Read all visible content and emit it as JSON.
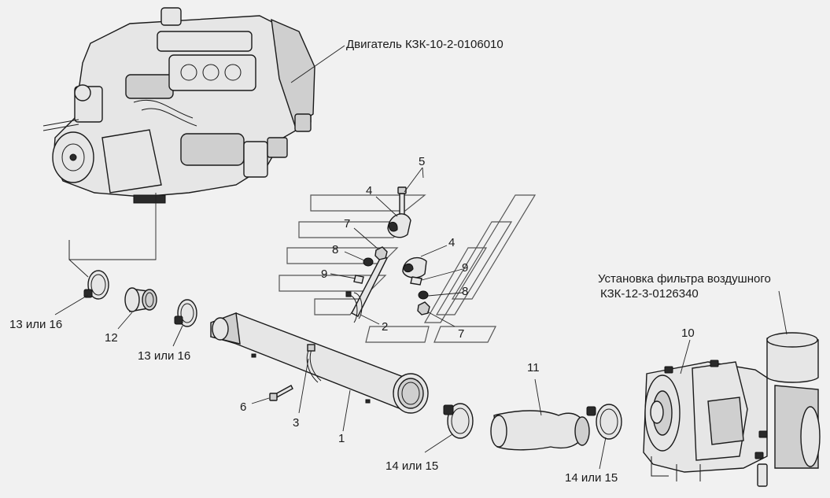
{
  "callouts": {
    "engine": "Двигатель КЗК-10-2-0106010",
    "filter_line1": "Установка фильтра воздушного",
    "filter_line2": "КЗК-12-3-0126340"
  },
  "labels": {
    "p1": "1",
    "p2": "2",
    "p3": "3",
    "p4a": "4",
    "p4b": "4",
    "p5": "5",
    "p6": "6",
    "p7a": "7",
    "p7b": "7",
    "p8a": "8",
    "p8b": "8",
    "p9a": "9",
    "p9b": "9",
    "p10": "10",
    "p11": "11",
    "p12": "12",
    "p13a": "13 или 16",
    "p13b": "13 или 16",
    "p14a": "14 или 15",
    "p14b": "14 или 15"
  }
}
